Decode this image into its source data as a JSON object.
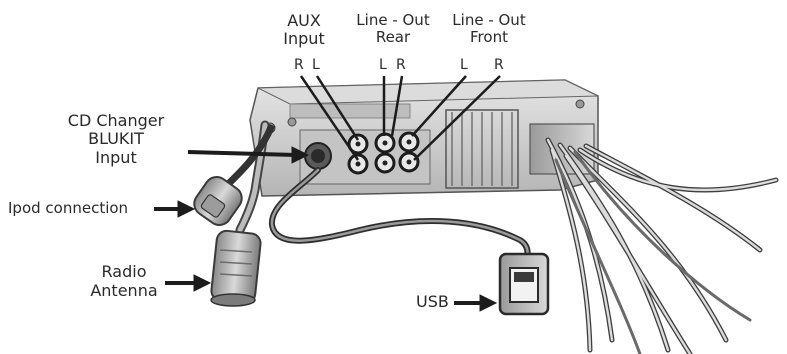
{
  "labels": {
    "aux_input": [
      "AUX",
      "Input"
    ],
    "line_out_rear": [
      "Line - Out",
      "Rear"
    ],
    "line_out_front": [
      "Line - Out",
      "Front"
    ],
    "cd_changer": [
      "CD Changer",
      "BLUKIT",
      "Input"
    ],
    "ipod": "Ipod connection",
    "radio_antenna": [
      "Radio",
      "Antenna"
    ],
    "usb": "USB"
  },
  "channels": {
    "aux": [
      "R",
      "L"
    ],
    "rear": [
      "L",
      "R"
    ],
    "front": [
      "L",
      "R"
    ]
  },
  "colors": {
    "line": "#1c1c1c",
    "text": "#2a2a2a",
    "body": "#cfcfcf",
    "body_dark": "#8c8c8c"
  }
}
